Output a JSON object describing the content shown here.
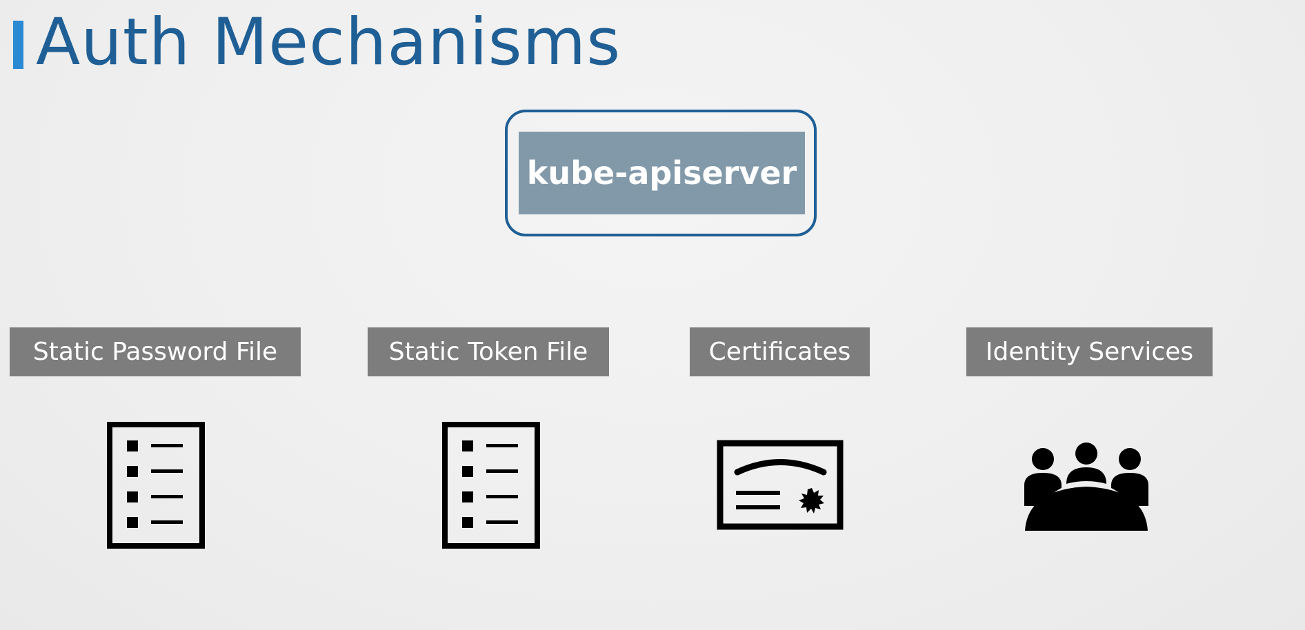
{
  "title": "Auth Mechanisms",
  "server": {
    "label": "kube-apiserver"
  },
  "mechanisms": [
    {
      "label": "Static Password File",
      "icon": "document-list-icon"
    },
    {
      "label": "Static Token File",
      "icon": "document-list-icon"
    },
    {
      "label": "Certificates",
      "icon": "certificate-icon"
    },
    {
      "label": "Identity Services",
      "icon": "group-meeting-icon"
    }
  ],
  "colors": {
    "title": "#1f5f95",
    "title_accent": "#2a8ad4",
    "server_border": "#1f5f95",
    "server_fill": "#8299a9",
    "label_fill": "#7d7d7d",
    "icon": "#000000"
  }
}
